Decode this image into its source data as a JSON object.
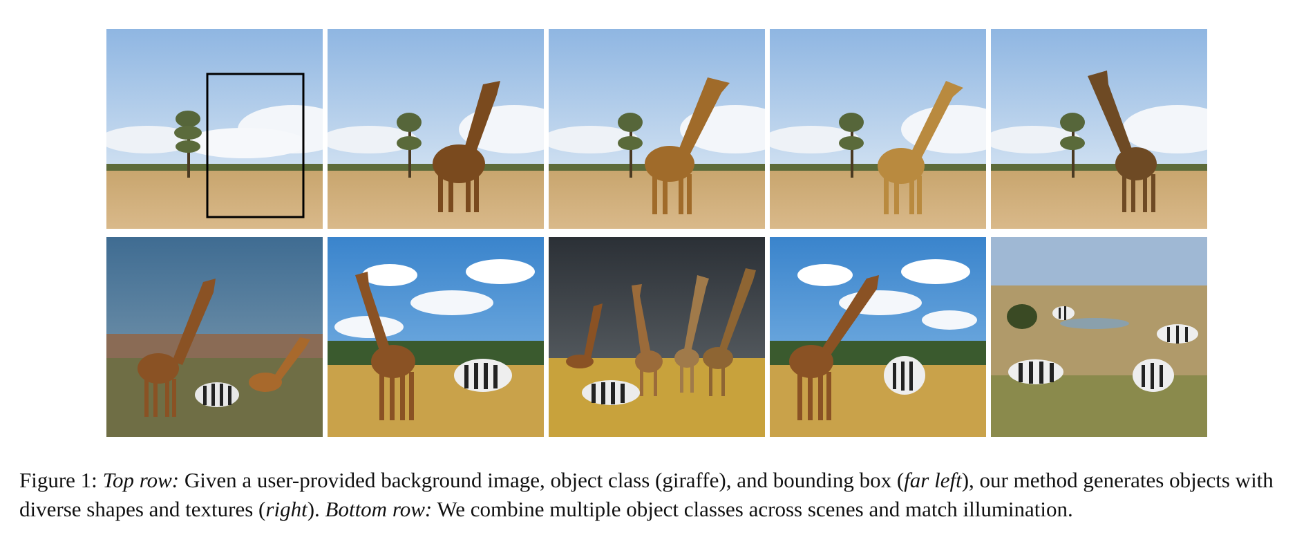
{
  "figure": {
    "caption": {
      "label": "Figure 1:",
      "top_row_label": "Top row:",
      "part1": " Given a user-provided background image, object class (giraffe), and bounding box (",
      "far_left": "far left",
      "part2": "), our method generates objects with diverse shapes and textures (",
      "right": "right",
      "part3": "). ",
      "bottom_row_label": "Bottom row:",
      "part4": " We combine multiple object classes across scenes and match illumination."
    },
    "top_row": {
      "panels": [
        {
          "name": "background-with-bounding-box",
          "objects": [],
          "has_bbox": true
        },
        {
          "name": "generated-giraffe-1",
          "objects": [
            "giraffe"
          ],
          "has_bbox": false
        },
        {
          "name": "generated-giraffe-2",
          "objects": [
            "giraffe"
          ],
          "has_bbox": false
        },
        {
          "name": "generated-giraffe-3",
          "objects": [
            "giraffe"
          ],
          "has_bbox": false
        },
        {
          "name": "generated-giraffe-4",
          "objects": [
            "giraffe"
          ],
          "has_bbox": false
        }
      ]
    },
    "bottom_row": {
      "panels": [
        {
          "name": "scene-giraffes-zebra-dusk",
          "objects": [
            "giraffe",
            "giraffe",
            "zebra"
          ]
        },
        {
          "name": "scene-giraffe-zebra-clouds",
          "objects": [
            "giraffe",
            "zebra"
          ]
        },
        {
          "name": "scene-giraffes-zebra-storm",
          "objects": [
            "giraffe",
            "giraffe",
            "giraffe",
            "giraffe",
            "zebra"
          ]
        },
        {
          "name": "scene-giraffe-zebra-trees",
          "objects": [
            "giraffe",
            "zebra"
          ]
        },
        {
          "name": "scene-zebras-waterhole",
          "objects": [
            "zebra",
            "zebra",
            "zebra",
            "zebra"
          ]
        }
      ]
    },
    "colors": {
      "sky_blue": "#a9c9ea",
      "savanna": "#c9a46a",
      "grass_gold": "#c9a24a",
      "storm": "#3a4148",
      "giraffe": "#a8692c"
    }
  }
}
